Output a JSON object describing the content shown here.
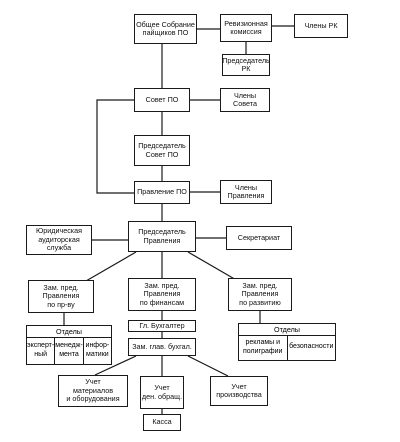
{
  "nodes": {
    "general_meeting": "Общее Собрание\nпайщиков ПО",
    "audit_commission": "Ревизионная\nкомиссия",
    "audit_members": "Члены РК",
    "audit_chair": "Председатель\nРК",
    "council": "Совет ПО",
    "council_members": "Члены\nСовета",
    "council_chair": "Председатель\nСовет ПО",
    "board": "Правление ПО",
    "board_members": "Члены\nПравления",
    "board_chair": "Председатель\nПравления",
    "legal_audit": "Юридическая\nаудиторская\nслужба",
    "secretariat": "Секретариат",
    "deputy_production": "Зам. пред.\nПравления\nпо пр-ву",
    "deputy_finance": "Зам. пред.\nПравления\nпо финансам",
    "deputy_development": "Зам. пред.\nПравления\nпо развитию",
    "chief_accountant": "Гл. Бухгалтер",
    "deputy_chief_accountant": "Зам. глав. бухгал.",
    "materials_accounting": "Учет\nматериалов\nи оборудования",
    "cash_accounting": "Учет\nден. обращ.",
    "production_accounting": "Учет\nпроизводства",
    "cash_desk": "Касса"
  },
  "groups": {
    "production_depts": {
      "title": "Отделы",
      "items": [
        "эксперт-\nный",
        "менедж-\nмента",
        "инфор-\nматики"
      ]
    },
    "development_depts": {
      "title": "Отделы",
      "items": [
        "рекламы и\nполиграфии",
        "безопасности"
      ]
    }
  }
}
